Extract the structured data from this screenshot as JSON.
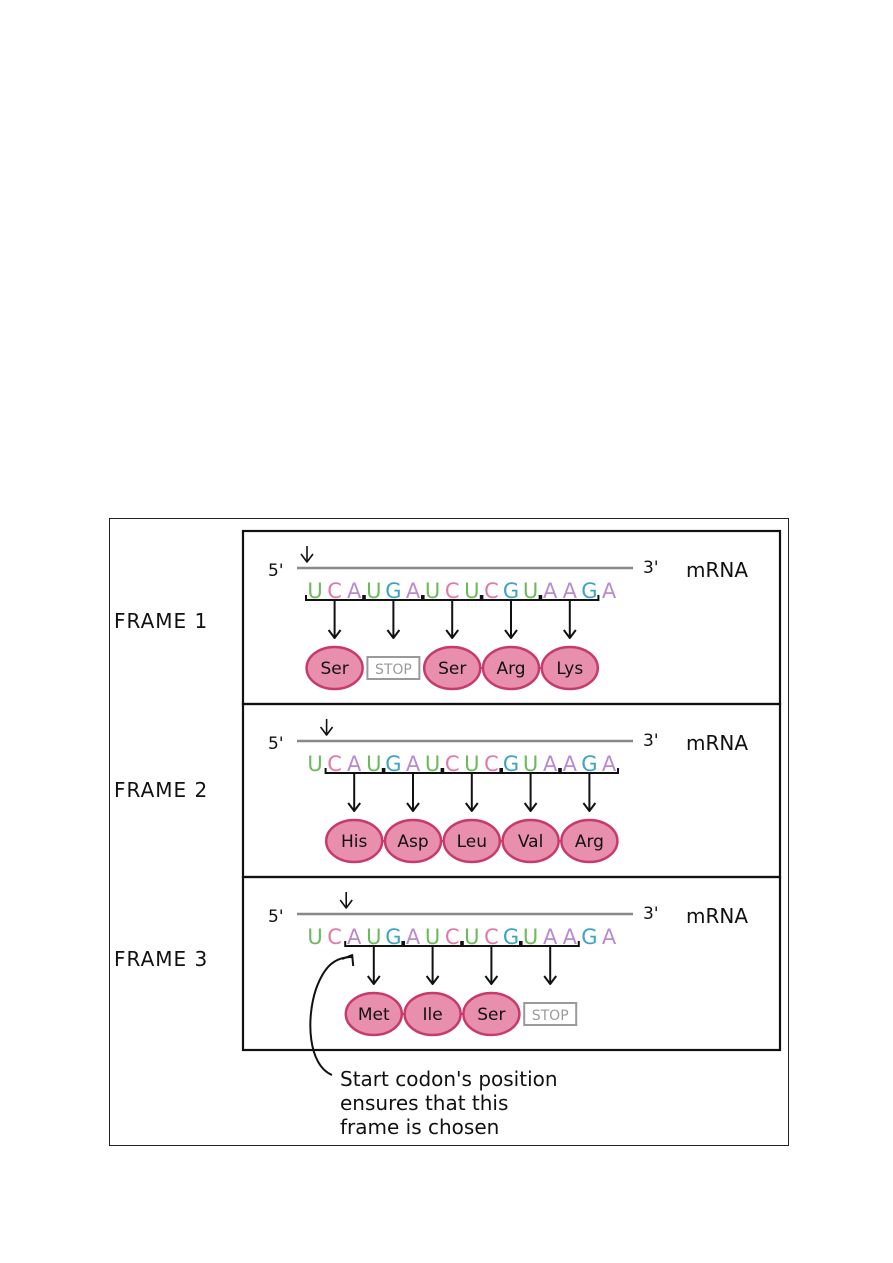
{
  "colors": {
    "U": "#6db95d",
    "C": "#e07aa8",
    "A": "#b98ad0",
    "G": "#3fa3c4",
    "amino_fill": "#e98fae",
    "amino_stroke": "#c83a6b",
    "stop": "#9a9a9a",
    "line": "#888888",
    "ink": "#111111"
  },
  "mrna": {
    "sequence": [
      "U",
      "C",
      "A",
      "U",
      "G",
      "A",
      "U",
      "C",
      "U",
      "C",
      "G",
      "U",
      "A",
      "A",
      "G",
      "A"
    ],
    "five_prime": "5'",
    "three_prime": "3'",
    "label": "mRNA"
  },
  "frames": [
    {
      "label": "FRAME 1",
      "offset": 0,
      "products": [
        "Ser",
        "STOP",
        "Ser",
        "Arg",
        "Lys"
      ]
    },
    {
      "label": "FRAME 2",
      "offset": 1,
      "products": [
        "His",
        "Asp",
        "Leu",
        "Val",
        "Arg"
      ]
    },
    {
      "label": "FRAME 3",
      "offset": 2,
      "products": [
        "Met",
        "Ile",
        "Ser",
        "STOP"
      ]
    }
  ],
  "stop_label": "STOP",
  "caption": {
    "line1": "Start codon's position",
    "line2": "ensures that this",
    "line3": "frame is chosen"
  },
  "icons": {
    "start_marker": "down-arrow-icon",
    "codon_arrow": "down-arrow-icon",
    "callout": "curved-arrow-icon"
  }
}
